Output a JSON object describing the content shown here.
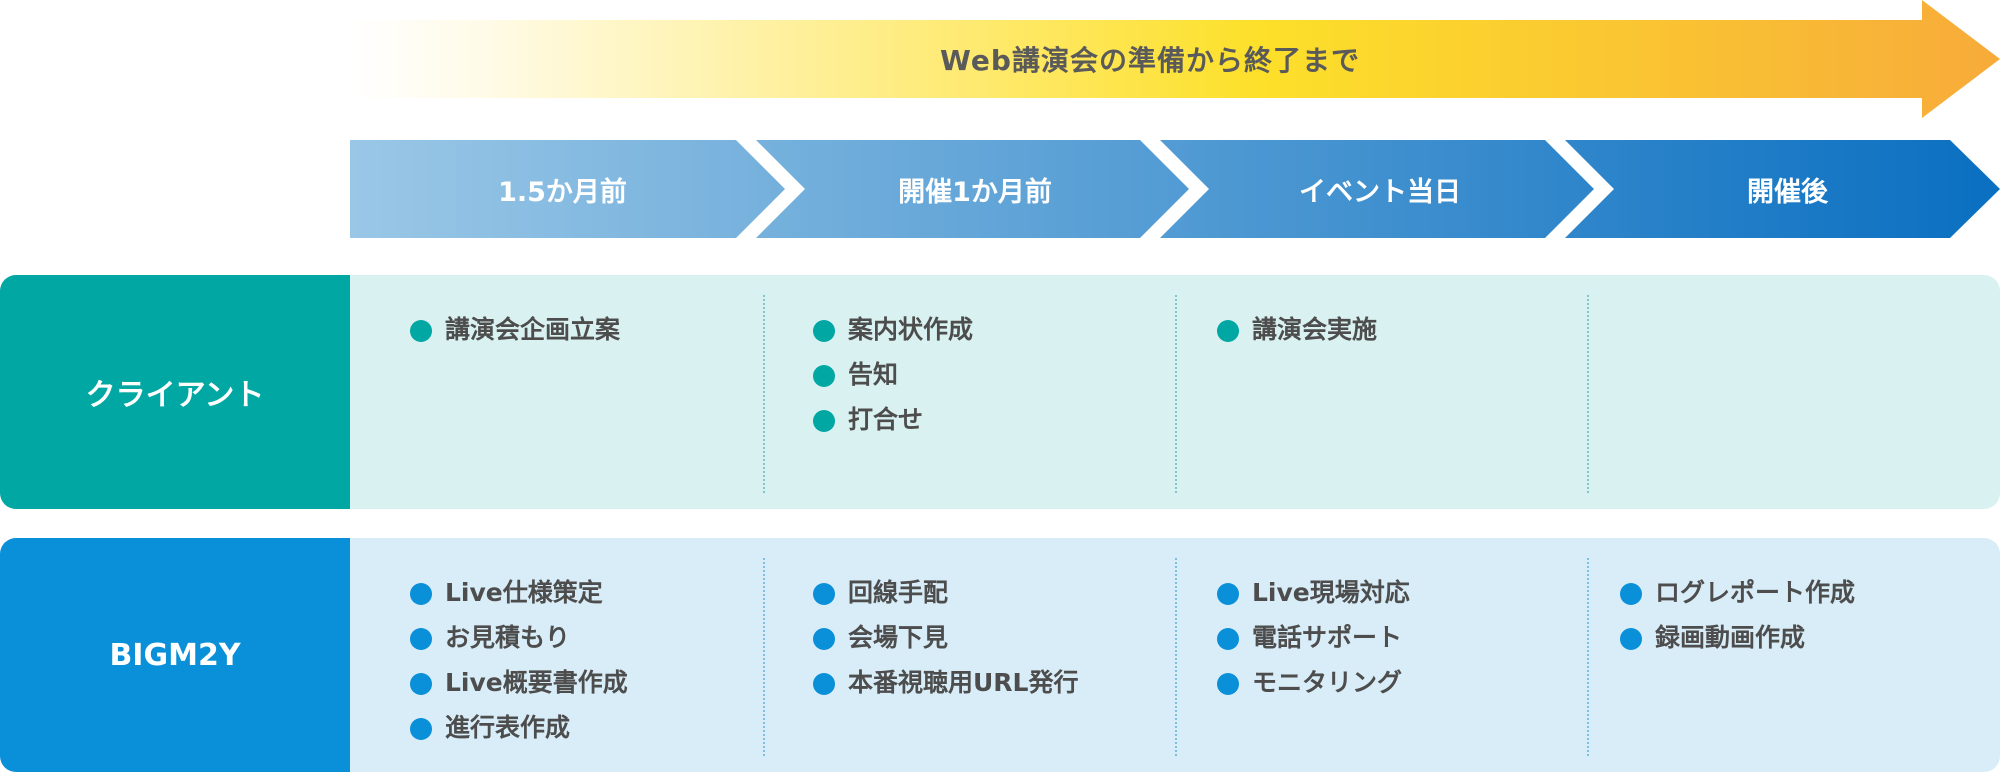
{
  "header": {
    "flow_label": "Web講演会の準備から終了まで"
  },
  "phases": [
    {
      "label": "1.5か月前"
    },
    {
      "label": "開催1か月前"
    },
    {
      "label": "イベント当日"
    },
    {
      "label": "開催後"
    }
  ],
  "rows": [
    {
      "label": "クライアント",
      "cells": [
        [
          "講演会企画立案"
        ],
        [
          "案内状作成",
          "告知",
          "打合せ"
        ],
        [
          "講演会実施"
        ],
        []
      ]
    },
    {
      "label": "BIGM2Y",
      "cells": [
        [
          "Live仕様策定",
          "お見積もり",
          "Live概要書作成",
          "進行表作成"
        ],
        [
          "回線手配",
          "会場下見",
          "本番視聴用URL発行"
        ],
        [
          "Live現場対応",
          "電話サポート",
          "モニタリング"
        ],
        [
          "ログレポート作成",
          "録画動画作成"
        ]
      ]
    }
  ],
  "colors": {
    "gradient_start": "#fffbe8",
    "gradient_mid": "#fde02a",
    "gradient_end": "#f7ab3a",
    "phase_start": "#9ac7e6",
    "phase_end": "#0a6fc1",
    "client": "#00a7a3",
    "bigm": "#0a8fd9"
  }
}
